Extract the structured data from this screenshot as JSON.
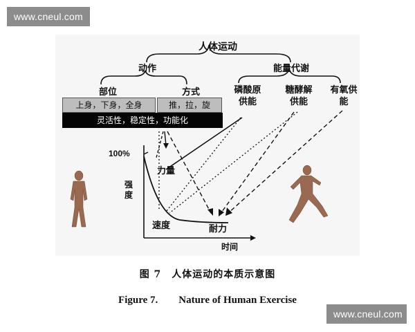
{
  "watermark": {
    "top": "www.cneul.com",
    "bottom": "www.cneul.com"
  },
  "diagram": {
    "root": "人体运动",
    "branch_action": "动作",
    "branch_energy": "能量代谢",
    "action_part": "部位",
    "action_mode": "方式",
    "energy_phosphagen": "磷酸原供能",
    "energy_glycolysis": "糖酵解供能",
    "energy_aerobic": "有氧供能",
    "box_body_parts": "上身，下身，全身",
    "box_methods": "推，拉，旋",
    "box_properties": "灵活性，稳定性，功能化",
    "axis_y_max": "100%",
    "axis_y_label": "强度",
    "axis_x_label": "时间",
    "quality_strength": "力量",
    "quality_speed": "速度",
    "quality_endurance": "耐力"
  },
  "caption": {
    "cn": "图 7　人体运动的本质示意图",
    "en": "Figure 7.　　Nature of Human Exercise"
  }
}
